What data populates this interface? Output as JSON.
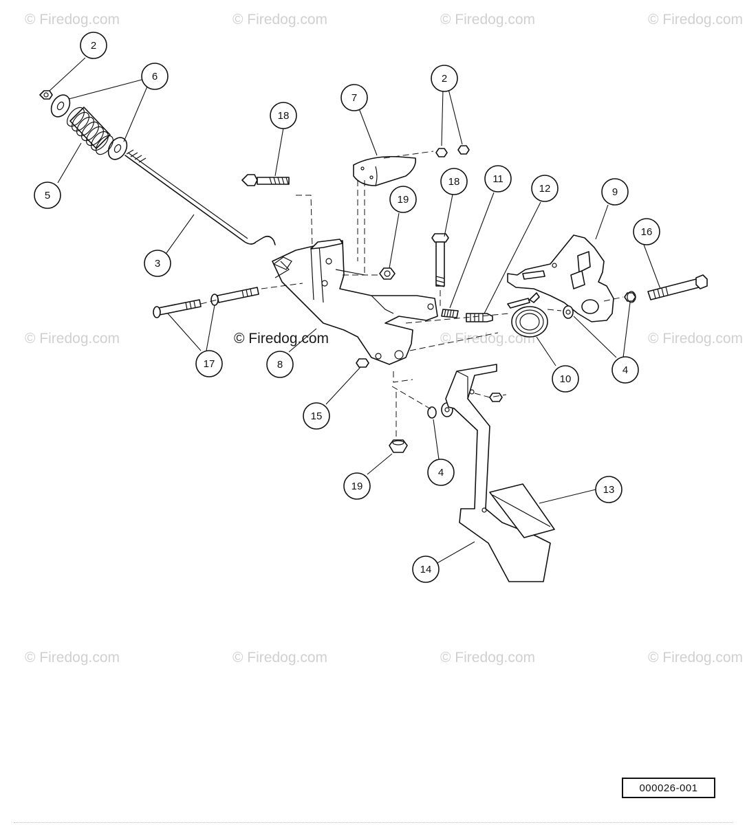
{
  "watermark": "© Firedog.com",
  "reference_code": "000026-001",
  "callouts": [
    "2",
    "6",
    "5",
    "18",
    "3",
    "7",
    "2",
    "19",
    "18",
    "11",
    "12",
    "9",
    "16",
    "17",
    "8",
    "15",
    "10",
    "4",
    "4",
    "19",
    "13",
    "14"
  ]
}
